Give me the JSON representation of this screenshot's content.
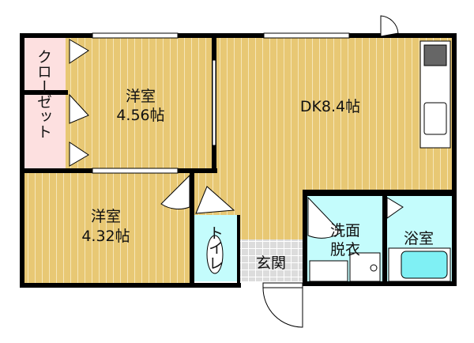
{
  "rooms": {
    "closet": {
      "label": "クローゼット"
    },
    "western1": {
      "label": "洋室",
      "size": "4.56帖"
    },
    "dk": {
      "label": "DK8.4帖"
    },
    "western2": {
      "label": "洋室",
      "size": "4.32帖"
    },
    "toilet": {
      "label": "トイレ"
    },
    "entrance": {
      "label": "玄関"
    },
    "washroom": {
      "label1": "洗面",
      "label2": "脱衣"
    },
    "bath": {
      "label": "浴室"
    }
  },
  "colors": {
    "floor": "#e8c874",
    "closet": "#fde0e0",
    "wet": "#c4fcfc",
    "tile": "#dcdcdc",
    "wall": "#000000"
  }
}
